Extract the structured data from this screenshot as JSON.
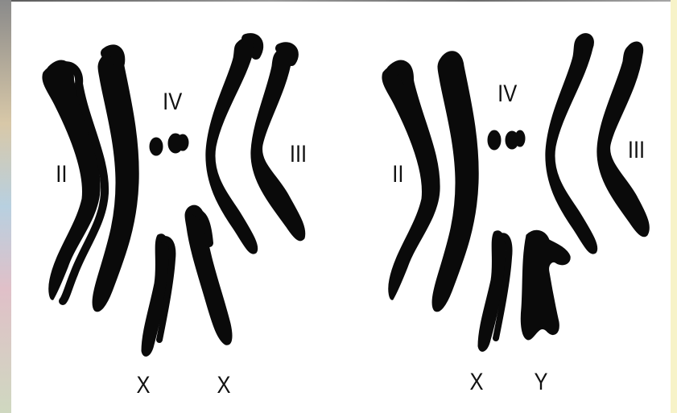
{
  "karyotypes": [
    {
      "chromosomes": [
        {
          "label": "II"
        },
        {
          "label": "IV"
        },
        {
          "label": "III"
        },
        {
          "label": "X"
        },
        {
          "label": "X"
        }
      ]
    },
    {
      "chromosomes": [
        {
          "label": "II"
        },
        {
          "label": "IV"
        },
        {
          "label": "III"
        },
        {
          "label": "X"
        },
        {
          "label": "Y"
        }
      ]
    }
  ],
  "colors": {
    "chromosome": "#0a0a0a",
    "background": "#ffffff"
  }
}
